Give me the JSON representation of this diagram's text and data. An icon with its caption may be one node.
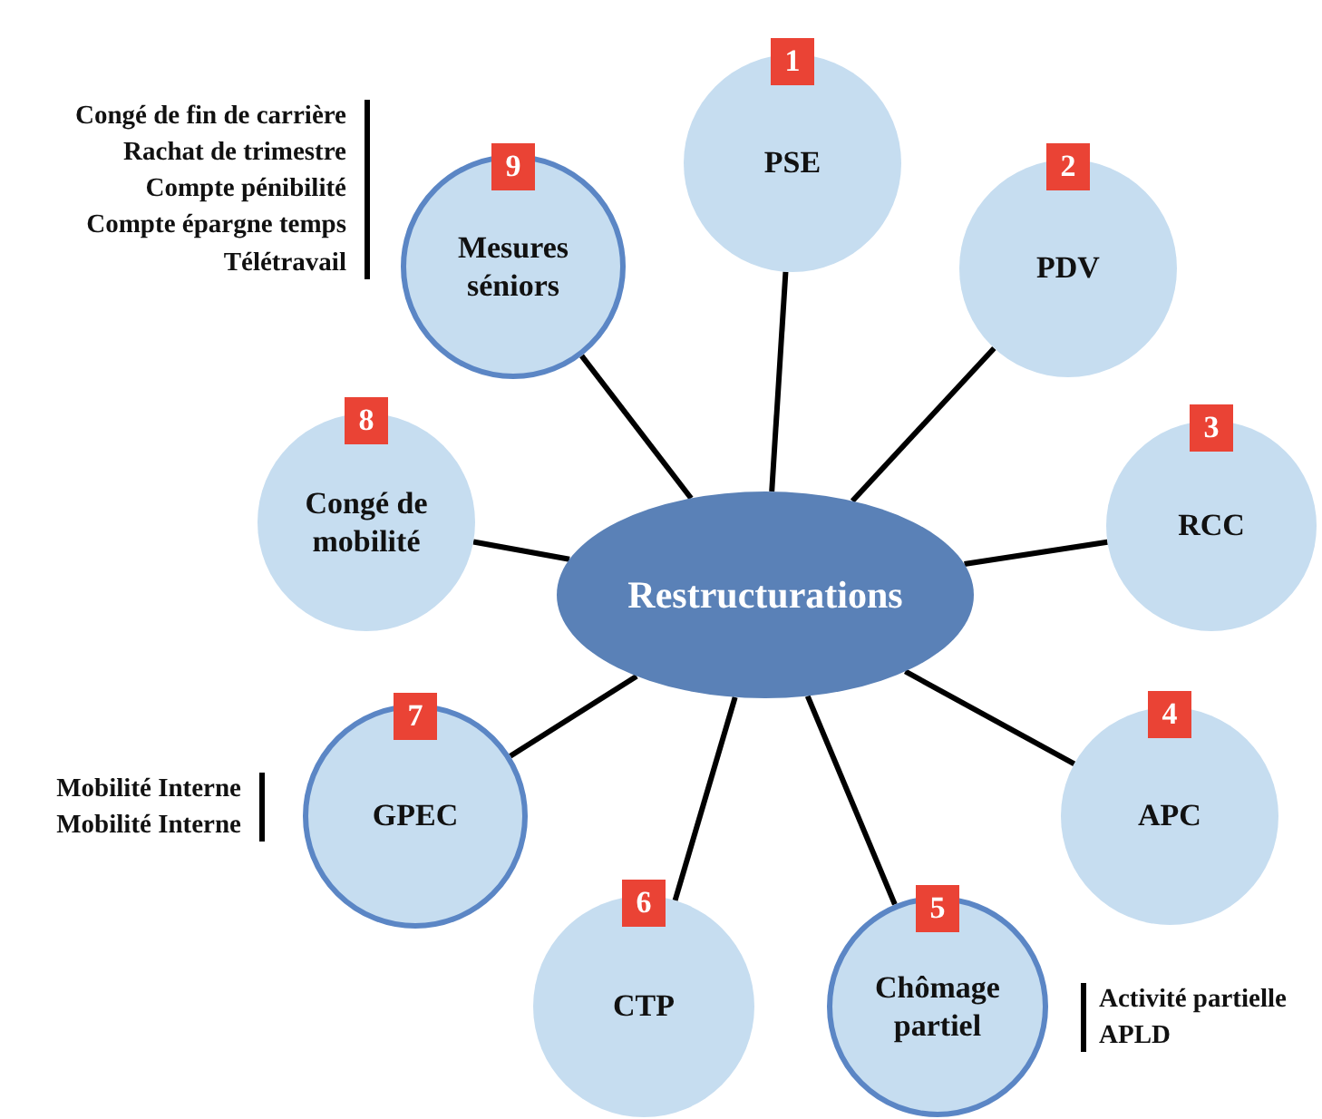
{
  "diagram": {
    "nodes": [
      {
        "text": [
          "Restructurations"
        ]
      },
      {
        "text": [
          "1",
          "PSE"
        ]
      },
      {
        "text": [
          "2",
          "PDV"
        ]
      },
      {
        "text": [
          "3",
          "RCC"
        ]
      },
      {
        "text": [
          "4",
          "APC"
        ]
      },
      {
        "text": [
          "5",
          "Chômage partiel"
        ],
        "beside": [
          "Activité partielle",
          "APLD"
        ]
      },
      {
        "text": [
          "6",
          "CTP"
        ]
      },
      {
        "text": [
          "7",
          "GPEC"
        ],
        "beside": [
          "Mobilité Interne",
          "Mobilité Interne"
        ]
      },
      {
        "text": [
          "8",
          "Congé de mobilité"
        ]
      },
      {
        "text": [
          "9",
          "Mesures séniors"
        ],
        "beside": [
          "Congé de fin de carrière",
          "Rachat de trimestre",
          "Compte pénibilité",
          "Compte épargne temps",
          "Télétravail"
        ]
      }
    ],
    "edges": [
      {
        "from": 0,
        "to": 1,
        "arrow": "none"
      },
      {
        "from": 0,
        "to": 2,
        "arrow": "none"
      },
      {
        "from": 0,
        "to": 3,
        "arrow": "none"
      },
      {
        "from": 0,
        "to": 4,
        "arrow": "none"
      },
      {
        "from": 0,
        "to": 5,
        "arrow": "none"
      },
      {
        "from": 0,
        "to": 6,
        "arrow": "none"
      },
      {
        "from": 0,
        "to": 7,
        "arrow": "none"
      },
      {
        "from": 0,
        "to": 8,
        "arrow": "none"
      },
      {
        "from": 0,
        "to": 9,
        "arrow": "none"
      }
    ]
  }
}
